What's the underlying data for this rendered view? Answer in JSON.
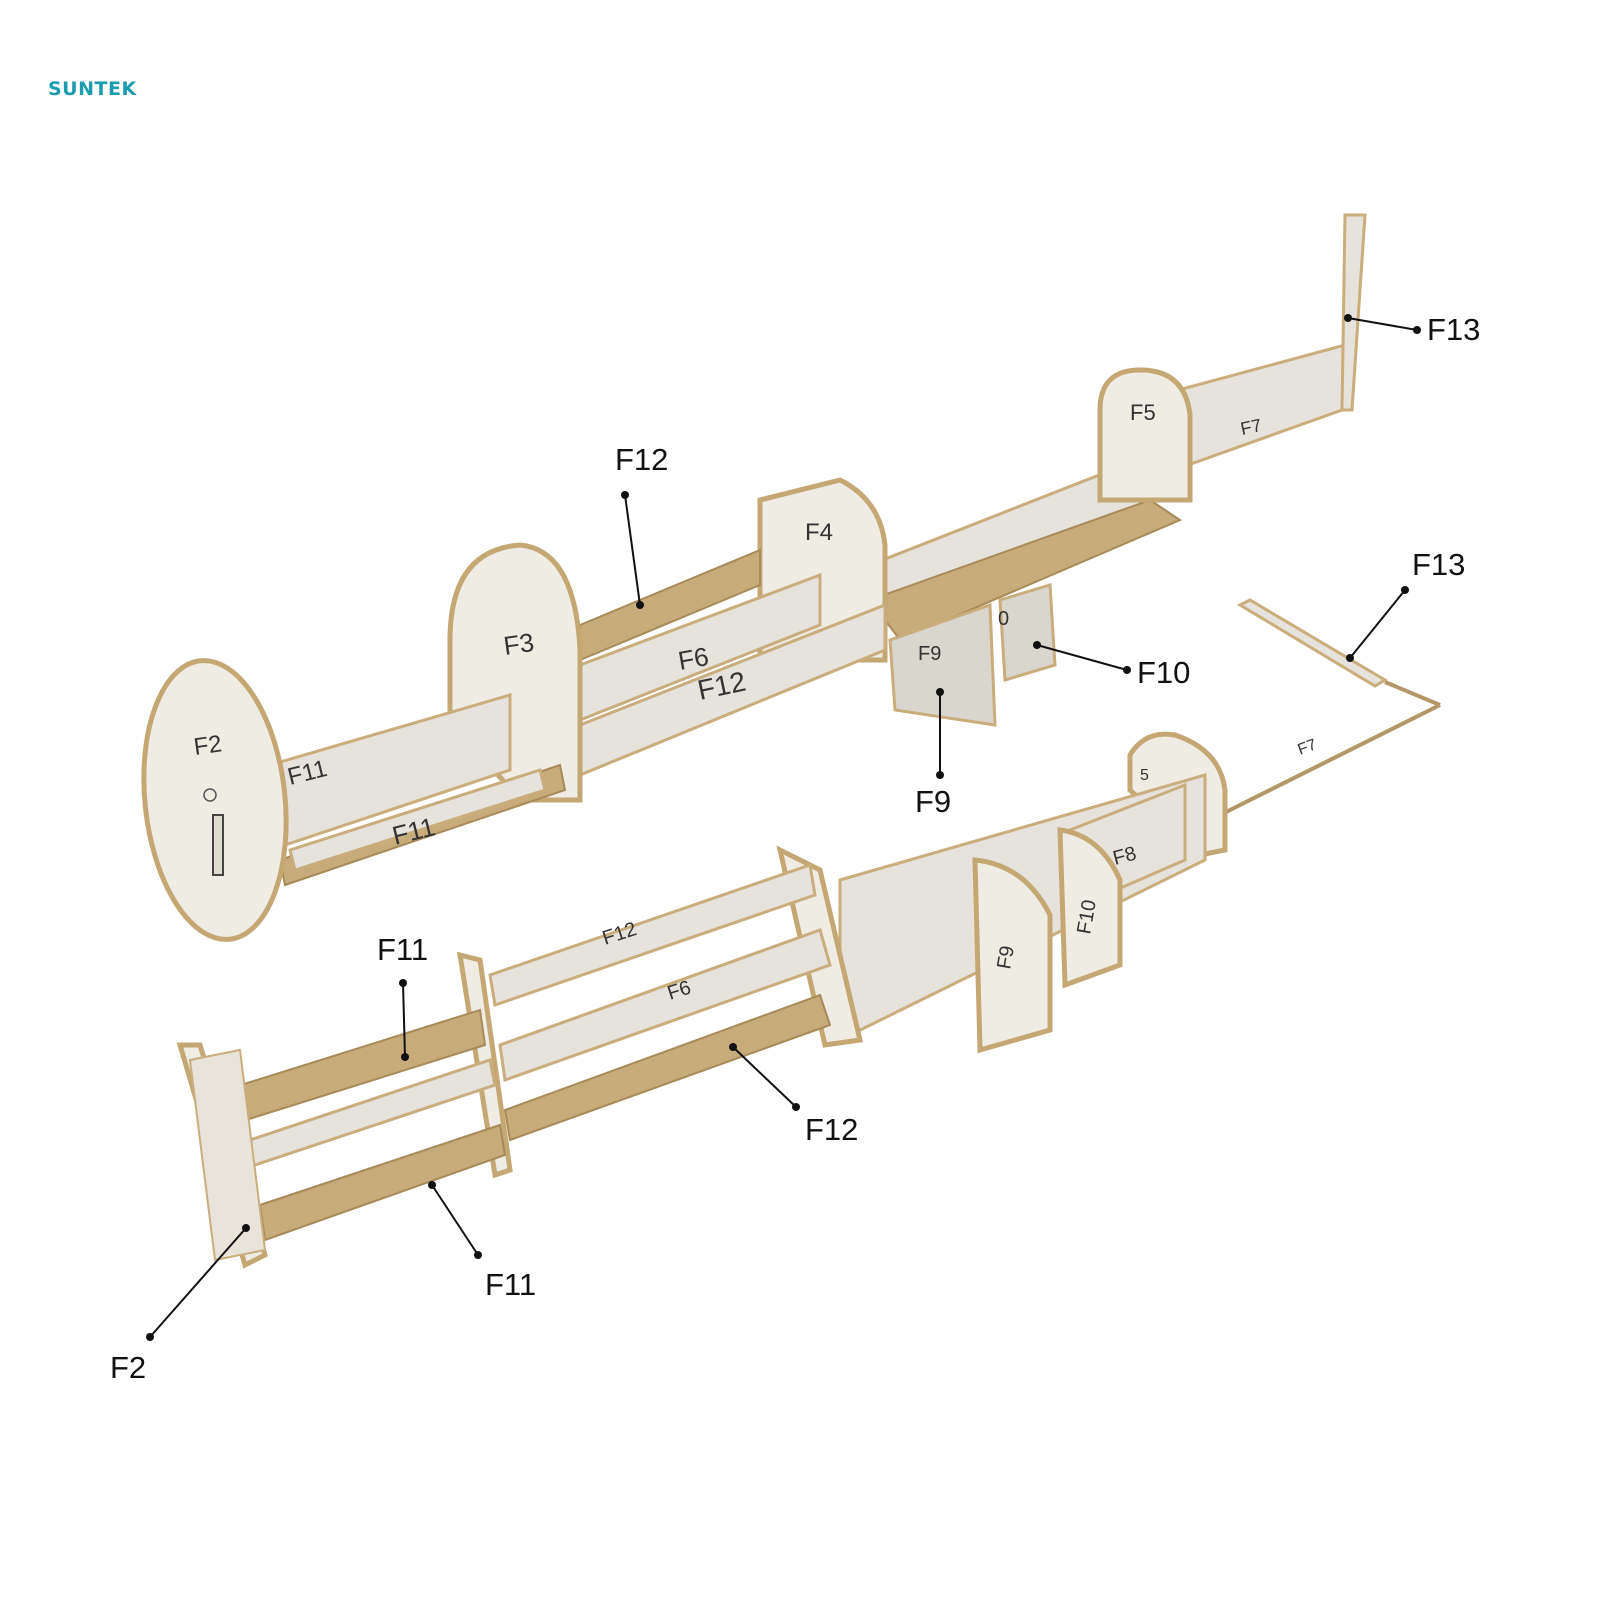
{
  "brand": {
    "text": "SUNTEK",
    "color": "#1a9bb0"
  },
  "callouts": [
    {
      "id": "f13-top",
      "label": "F13"
    },
    {
      "id": "f12-top",
      "label": "F12"
    },
    {
      "id": "f10",
      "label": "F10"
    },
    {
      "id": "f9",
      "label": "F9"
    },
    {
      "id": "f13-mid",
      "label": "F13"
    },
    {
      "id": "f11-a",
      "label": "F11"
    },
    {
      "id": "f12-bottom",
      "label": "F12"
    },
    {
      "id": "f11-b",
      "label": "F11"
    },
    {
      "id": "f2",
      "label": "F2"
    }
  ],
  "parts_upper": {
    "f2": "F2",
    "f11_a": "F11",
    "f11_b": "F11",
    "f3": "F3",
    "f6": "F6",
    "f12": "F12",
    "f4": "F4",
    "f9": "F9",
    "f10": "0",
    "f5": "F5",
    "f7": "F7"
  },
  "parts_lower": {
    "f12": "F12",
    "f6": "F6",
    "f9": "F9",
    "f10": "F10",
    "f8": "F8",
    "f5": "5",
    "f7": "F7"
  },
  "colors": {
    "wood": "#c8ab7a",
    "panel": "#efece4"
  }
}
